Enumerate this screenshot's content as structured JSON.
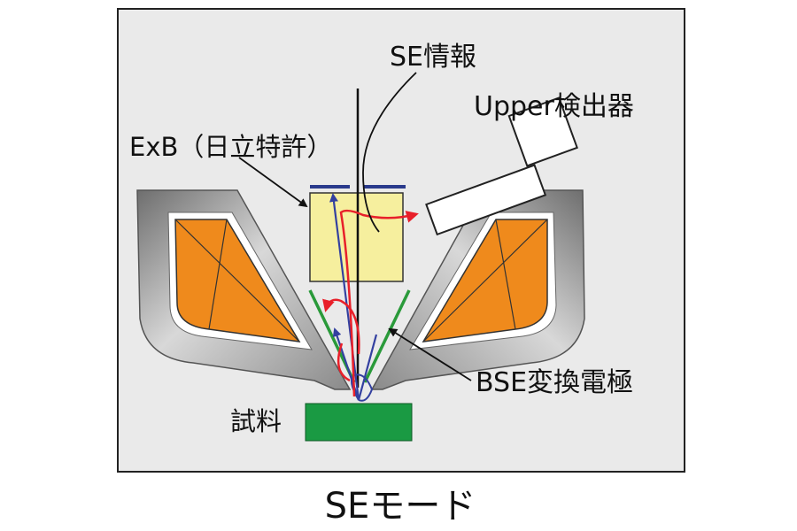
{
  "labels": {
    "se_info": "SE情報",
    "upper_detector": "Upper検出器",
    "exb": "ExB（日立特許）",
    "bse_electrode": "BSE変換電極",
    "sample": "試料",
    "caption": "SEモード"
  },
  "colors": {
    "panel_background": "#eaeaea",
    "exb_fill": "#f6ef9e",
    "coil_fill": "#ef8a1c",
    "pole_piece_gray": "#9a9a9a",
    "sample_green": "#1a9a43",
    "electrode_green": "#2a9a3a",
    "se_trajectory_red": "#e8202a",
    "bse_trajectory_blue": "#3340a0",
    "plate_blue": "#2a3a8c"
  }
}
